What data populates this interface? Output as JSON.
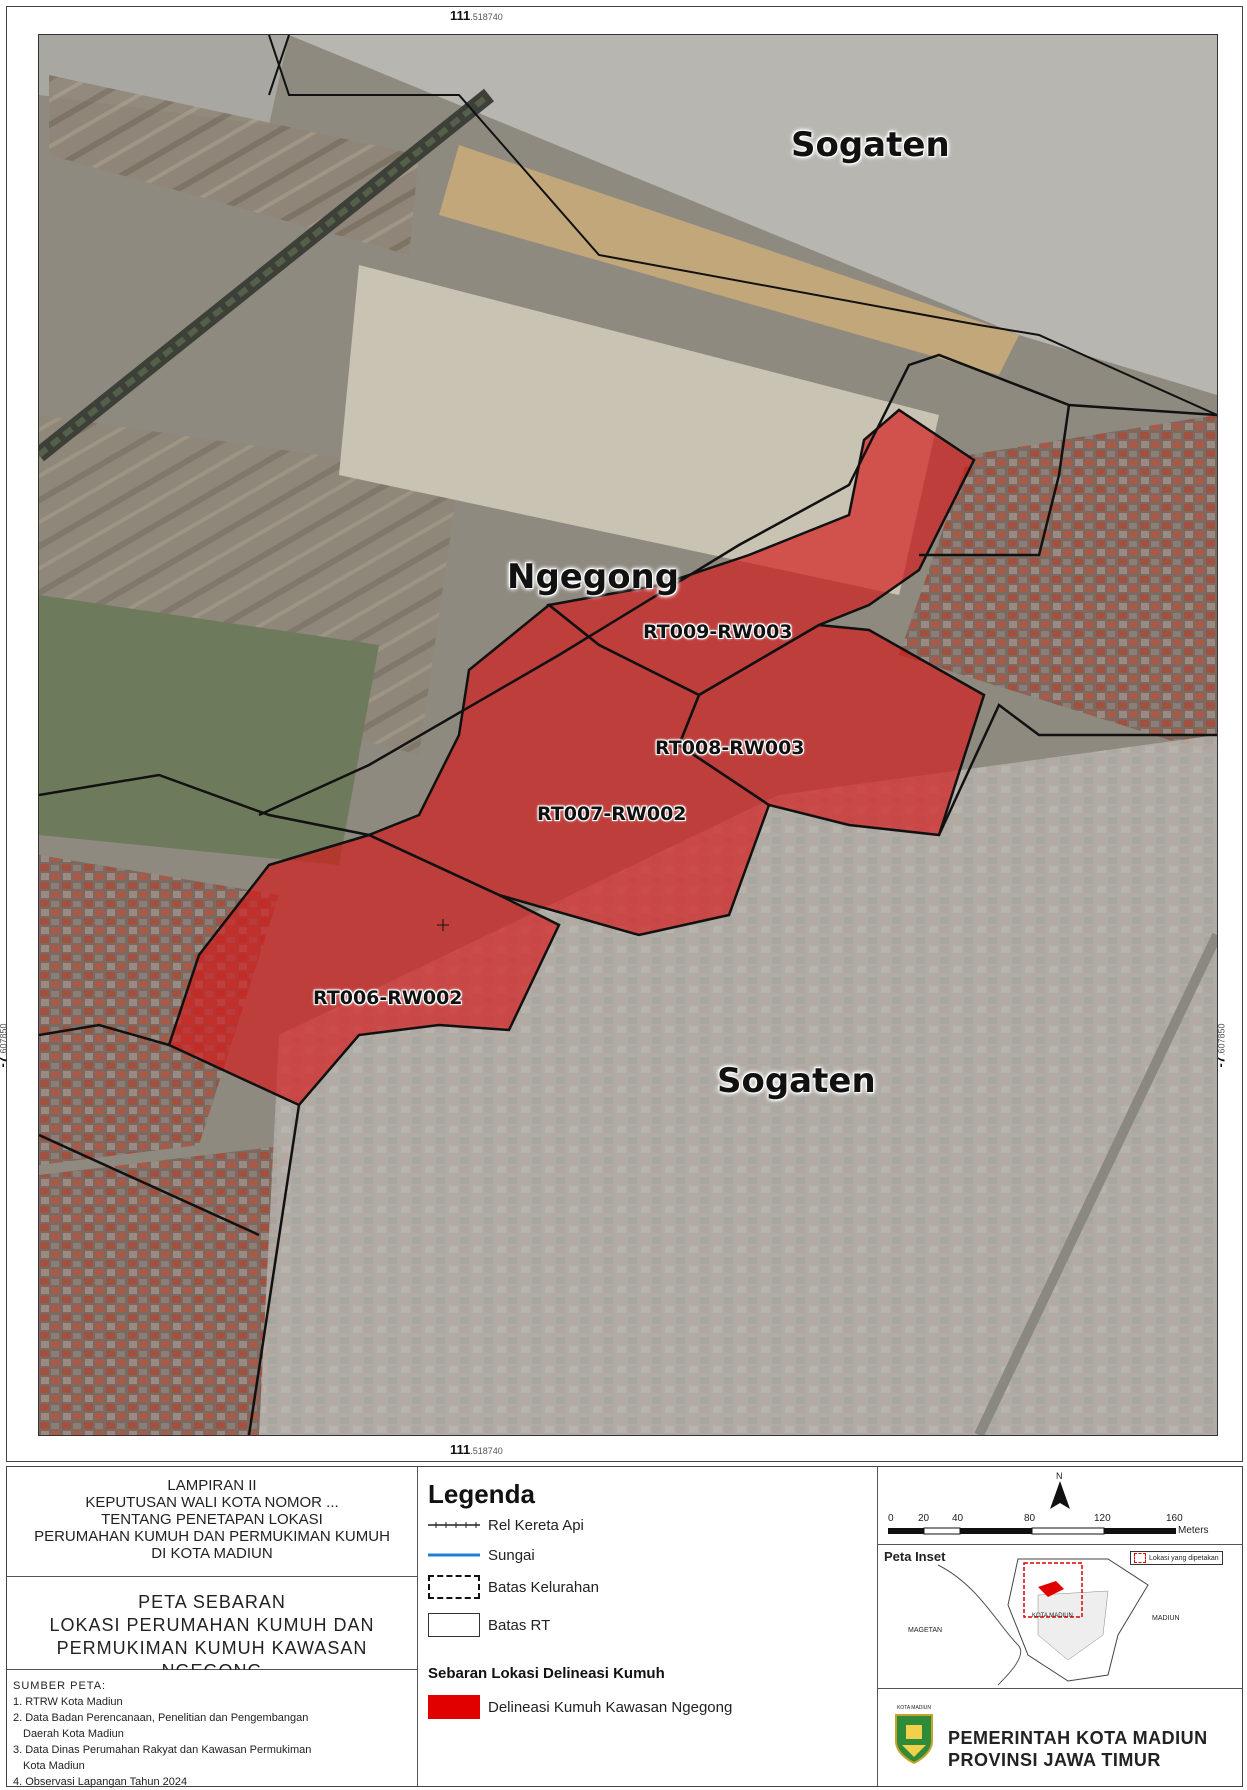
{
  "map": {
    "coord_top": "111",
    "coord_top_minor": ".518740",
    "coord_bottom": "111",
    "coord_bottom_minor": ".518740",
    "coord_left": "-7",
    "coord_left_minor": ".607850",
    "coord_right": "-7",
    "coord_right_minor": ".607850",
    "places": {
      "sogaten_north": "Sogaten",
      "sogaten_south": "Sogaten",
      "ngegong": "Ngegong"
    },
    "rt_labels": {
      "rt009": "RT009-RW003",
      "rt008": "RT008-RW003",
      "rt007": "RT007-RW002",
      "rt006": "RT006-RW002"
    },
    "colors": {
      "slum_fill": "#d41a1a",
      "boundary": "#111111"
    }
  },
  "header_box": {
    "line1": "LAMPIRAN II",
    "line2": "KEPUTUSAN WALI KOTA NOMOR ...",
    "line3": "TENTANG PENETAPAN LOKASI",
    "line4": "PERUMAHAN KUMUH DAN PERMUKIMAN KUMUH",
    "line5": "DI KOTA MADIUN"
  },
  "title_box": {
    "line1": "PETA SEBARAN",
    "line2": "LOKASI PERUMAHAN KUMUH DAN",
    "line3": "PERMUKIMAN KUMUH KAWASAN NGEGONG"
  },
  "sources": {
    "heading": "SUMBER PETA:",
    "items": [
      "1. RTRW Kota Madiun",
      "2. Data Badan Perencanaan, Penelitian dan Pengembangan",
      "Daerah Kota Madiun",
      "3. Data Dinas Perumahan Rakyat dan Kawasan Permukiman",
      "Kota Madiun",
      "4. Observasi Lapangan Tahun 2024"
    ]
  },
  "legend": {
    "title": "Legenda",
    "rail": "Rel Kereta Api",
    "river": "Sungai",
    "kelurahan": "Batas Kelurahan",
    "rt": "Batas RT",
    "subtitle": "Sebaran Lokasi Delineasi Kumuh",
    "slum": "Delineasi Kumuh Kawasan Ngegong",
    "river_color": "#1f7fd6",
    "slum_color": "#e00000"
  },
  "scale": {
    "north": "N",
    "ticks": [
      "0",
      "20",
      "40",
      "80",
      "120",
      "160"
    ],
    "unit": "Meters"
  },
  "inset": {
    "title": "Peta Inset",
    "legend": "Lokasi yang dipetakan",
    "magetan": "MAGETAN",
    "madiun": "MADIUN",
    "kota": "KOTA MADIUN"
  },
  "gov": {
    "logo_caption": "KOTA MADIUN",
    "line1": "PEMERINTAH KOTA MADIUN",
    "line2": "PROVINSI JAWA TIMUR"
  }
}
